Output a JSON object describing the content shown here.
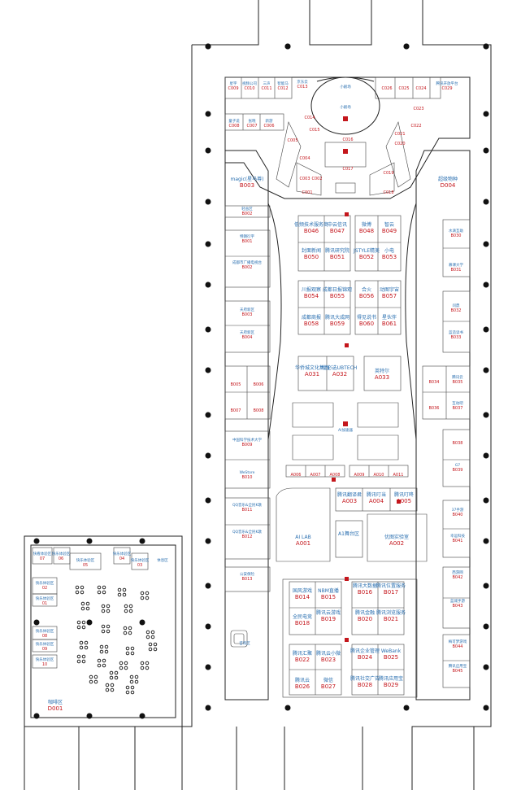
{
  "colors": {
    "name": "#2a6fb0",
    "code": "#c4161c",
    "line": "#222222"
  },
  "top_area": {
    "stage_label": "小剧场",
    "center_label": "小剧场",
    "booths": [
      {
        "name": "星宇",
        "code": "C009"
      },
      {
        "name": "视频公司",
        "code": "C010"
      },
      {
        "name": "三声",
        "code": "C011"
      },
      {
        "name": "智能马",
        "code": "C012"
      },
      {
        "name": "京东云",
        "code": "C013"
      },
      {
        "name": "",
        "code": "C026"
      },
      {
        "name": "",
        "code": "C025"
      },
      {
        "name": "",
        "code": "C024"
      },
      {
        "name": "腾讯开放平台",
        "code": "C029"
      },
      {
        "name": "童子说",
        "code": "C008"
      },
      {
        "name": "张晓",
        "code": "C007"
      },
      {
        "name": "新游",
        "code": "C006"
      },
      {
        "name": "",
        "code": "C023"
      },
      {
        "name": "",
        "code": "C022"
      },
      {
        "name": "",
        "code": "C014"
      },
      {
        "name": "",
        "code": "C015"
      },
      {
        "name": "",
        "code": "C021"
      },
      {
        "name": "",
        "code": "C005"
      },
      {
        "name": "",
        "code": "C016"
      },
      {
        "name": "",
        "code": "C020"
      },
      {
        "name": "",
        "code": "C004"
      },
      {
        "name": "",
        "code": "C017"
      },
      {
        "name": "",
        "code": "C019"
      },
      {
        "name": "",
        "code": "C003"
      },
      {
        "name": "",
        "code": "C002"
      },
      {
        "name": "",
        "code": "C001"
      },
      {
        "name": "",
        "code": "C018"
      }
    ]
  },
  "mid_area": {
    "left_wing": [
      {
        "name": "magic(星马尊)",
        "code": "B003"
      },
      {
        "name": "轻舍区",
        "code": "B002"
      },
      {
        "name": "特朗衍宇",
        "code": "B001"
      },
      {
        "name": "成都市广播电视台",
        "code": "B002"
      },
      {
        "name": "天府新区",
        "code": "B003"
      },
      {
        "name": "天府新区",
        "code": "B004"
      },
      {
        "name": "",
        "code": "B005"
      },
      {
        "name": "",
        "code": "B006"
      },
      {
        "name": "",
        "code": "B007"
      },
      {
        "name": "",
        "code": "B008"
      },
      {
        "name": "中国科学技术大学",
        "code": "B009"
      },
      {
        "name": "WeStore",
        "code": "B010"
      },
      {
        "name": "QQ音乐&全民K歌",
        "code": "B011"
      },
      {
        "name": "QQ音乐&全民K歌",
        "code": "B012"
      },
      {
        "name": "公安保险",
        "code": "B013"
      }
    ],
    "right_wing": [
      {
        "name": "超级物种",
        "code": "D004"
      },
      {
        "name": "水滴互助",
        "code": "B030"
      },
      {
        "name": "慕课大学",
        "code": "B031"
      },
      {
        "name": "问鼎",
        "code": "B032"
      },
      {
        "name": "蓝造读书",
        "code": "B033"
      },
      {
        "name": "",
        "code": "B034"
      },
      {
        "name": "腾讯云",
        "code": "B035"
      },
      {
        "name": "",
        "code": "B036"
      },
      {
        "name": "互动吧",
        "code": "B037"
      },
      {
        "name": "",
        "code": "B038"
      },
      {
        "name": "G7",
        "code": "B039"
      },
      {
        "name": "37手游",
        "code": "B040"
      },
      {
        "name": "幸运科技",
        "code": "B041"
      },
      {
        "name": "西游网",
        "code": "B042"
      },
      {
        "name": "蓝城手游",
        "code": "B043"
      },
      {
        "name": "梅可梦游戏",
        "code": "B044"
      },
      {
        "name": "腾讯应用宝",
        "code": "B045"
      }
    ],
    "center_upper": [
      {
        "name": "低频技术服务商",
        "code": "B046"
      },
      {
        "name": "中云信讯",
        "code": "B047"
      },
      {
        "name": "微博",
        "code": "B048"
      },
      {
        "name": "智云",
        "code": "B049"
      },
      {
        "name": "封面新闻",
        "code": "B050"
      },
      {
        "name": "腾讯研究院",
        "code": "B051"
      },
      {
        "name": "JSTYLE精美",
        "code": "B052"
      },
      {
        "name": "小电",
        "code": "B053"
      },
      {
        "name": "川报观察",
        "code": "B054"
      },
      {
        "name": "成都日报锦观",
        "code": "B055"
      },
      {
        "name": "合火",
        "code": "B056"
      },
      {
        "name": "动图宇宙",
        "code": "B057"
      },
      {
        "name": "成都商报",
        "code": "B058"
      },
      {
        "name": "腾讯大成网",
        "code": "B059"
      },
      {
        "name": "得见说书",
        "code": "B060"
      },
      {
        "name": "星伙伴",
        "code": "B061"
      }
    ],
    "ai_area": {
      "label": "AI加速器",
      "upper": [
        {
          "name": "华侨城文化集团",
          "code": "A031"
        },
        {
          "name": "优必选UBTECH",
          "code": "A032"
        },
        {
          "name": "英特尔",
          "code": "A033"
        }
      ],
      "lower": [
        {
          "name": "",
          "code": "A006"
        },
        {
          "name": "",
          "code": "A007"
        },
        {
          "name": "",
          "code": "A008"
        },
        {
          "name": "",
          "code": "A009"
        },
        {
          "name": "",
          "code": "A010"
        },
        {
          "name": "",
          "code": "A011"
        }
      ],
      "blocks": [
        {
          "name": "腾讯翻译君",
          "code": "A003"
        },
        {
          "name": "腾讯叮当",
          "code": "A004"
        },
        {
          "name": "腾讯叮咚",
          "code": "A005"
        },
        {
          "name": "AI LAB",
          "code": "A001"
        },
        {
          "name": "A1舞台区",
          "code": ""
        },
        {
          "name": "优图实验室",
          "code": "A002"
        }
      ]
    }
  },
  "lower_area": {
    "booths": [
      {
        "name": "国风游戏",
        "code": "B014"
      },
      {
        "name": "NBM直播",
        "code": "B015"
      },
      {
        "name": "腾讯大数据",
        "code": "B016"
      },
      {
        "name": "腾讯位置服务",
        "code": "B017"
      },
      {
        "name": "全民电竞",
        "code": "B018"
      },
      {
        "name": "腾讯云游戏",
        "code": "B019"
      },
      {
        "name": "腾讯金融",
        "code": "B020"
      },
      {
        "name": "腾讯浏览服务",
        "code": "B021"
      },
      {
        "name": "腾讯汇聚",
        "code": "B022"
      },
      {
        "name": "腾讯云小微",
        "code": "B023"
      },
      {
        "name": "腾讯企业管理",
        "code": "B024"
      },
      {
        "name": "WeBank",
        "code": "B025"
      },
      {
        "name": "腾讯云",
        "code": "B026"
      },
      {
        "name": "微信",
        "code": "B027"
      },
      {
        "name": "腾讯社交广告",
        "code": "B028"
      },
      {
        "name": "腾讯应用宝",
        "code": "B029"
      }
    ],
    "consult_label": "咨询区"
  },
  "left_hall": {
    "booths": [
      {
        "name": "快看体验区",
        "code": "07"
      },
      {
        "name": "快乐体验区",
        "code": "06"
      },
      {
        "name": "快乐体验区",
        "code": "05"
      },
      {
        "name": "快乐体验区",
        "code": "04"
      },
      {
        "name": "快乐体验区",
        "code": "03"
      },
      {
        "name": "快乐体验区",
        "code": "02"
      },
      {
        "name": "快乐体验区",
        "code": "01"
      },
      {
        "name": "快乐体验区",
        "code": "08"
      },
      {
        "name": "快乐体验区",
        "code": "09"
      },
      {
        "name": "快乐体验区",
        "code": "10"
      }
    ],
    "misc_label": "休息区",
    "bottom": {
      "name": "咖啡区",
      "code": "D001"
    }
  }
}
